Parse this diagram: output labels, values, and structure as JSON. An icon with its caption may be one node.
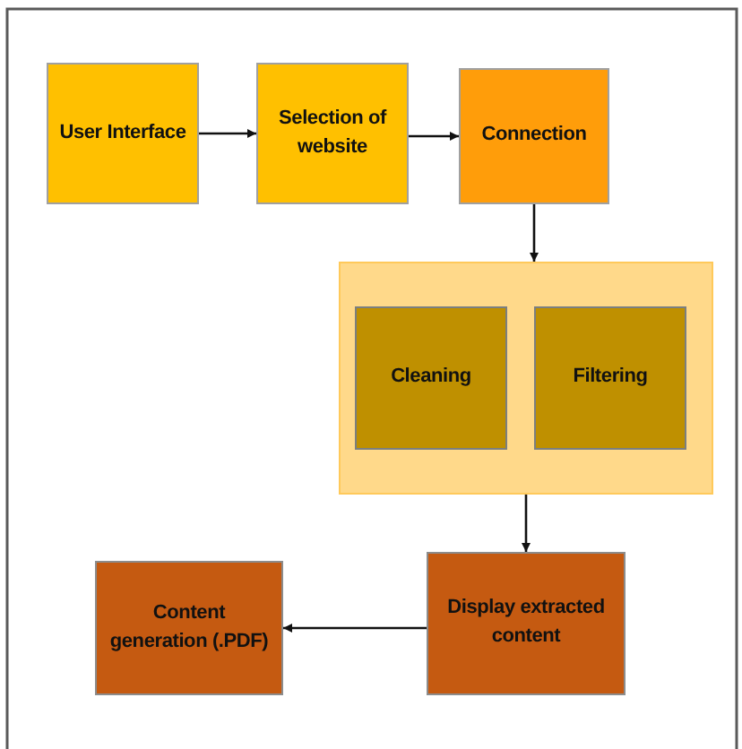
{
  "diagram": {
    "nodes": [
      {
        "text": [
          "User Interface"
        ]
      },
      {
        "text": [
          "Selection of website"
        ]
      },
      {
        "text": [
          "Connection"
        ]
      },
      {
        "text": [],
        "shape": "box"
      },
      {
        "text": [
          "Cleaning"
        ],
        "in": 3
      },
      {
        "text": [
          "Filtering"
        ],
        "in": 3
      },
      {
        "text": [
          "Content generation (.PDF)"
        ]
      },
      {
        "text": [
          "Display extracted content"
        ]
      }
    ],
    "edges": [
      {
        "from": 0,
        "to": 1,
        "arrow": "to"
      },
      {
        "from": 1,
        "to": 2,
        "arrow": "to"
      },
      {
        "from": 2,
        "to": 3,
        "arrow": "to"
      },
      {
        "from": 3,
        "to": 7,
        "arrow": "to"
      },
      {
        "from": 7,
        "to": 6,
        "arrow": "to"
      }
    ]
  }
}
